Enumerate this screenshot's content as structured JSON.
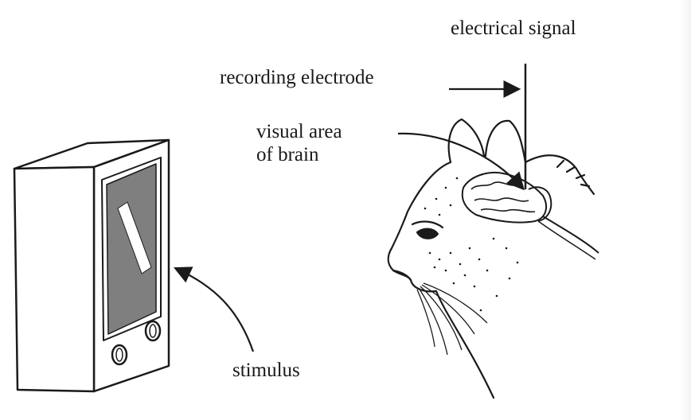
{
  "labels": {
    "electrical_signal": "electrical signal",
    "recording_electrode": "recording electrode",
    "visual_area_line1": "visual area",
    "visual_area_line2": "of brain",
    "stimulus": "stimulus"
  },
  "colors": {
    "ink": "#1a1a1a",
    "screen": "#7f7f7f",
    "bar": "#ffffff",
    "background": "#ffffff"
  }
}
